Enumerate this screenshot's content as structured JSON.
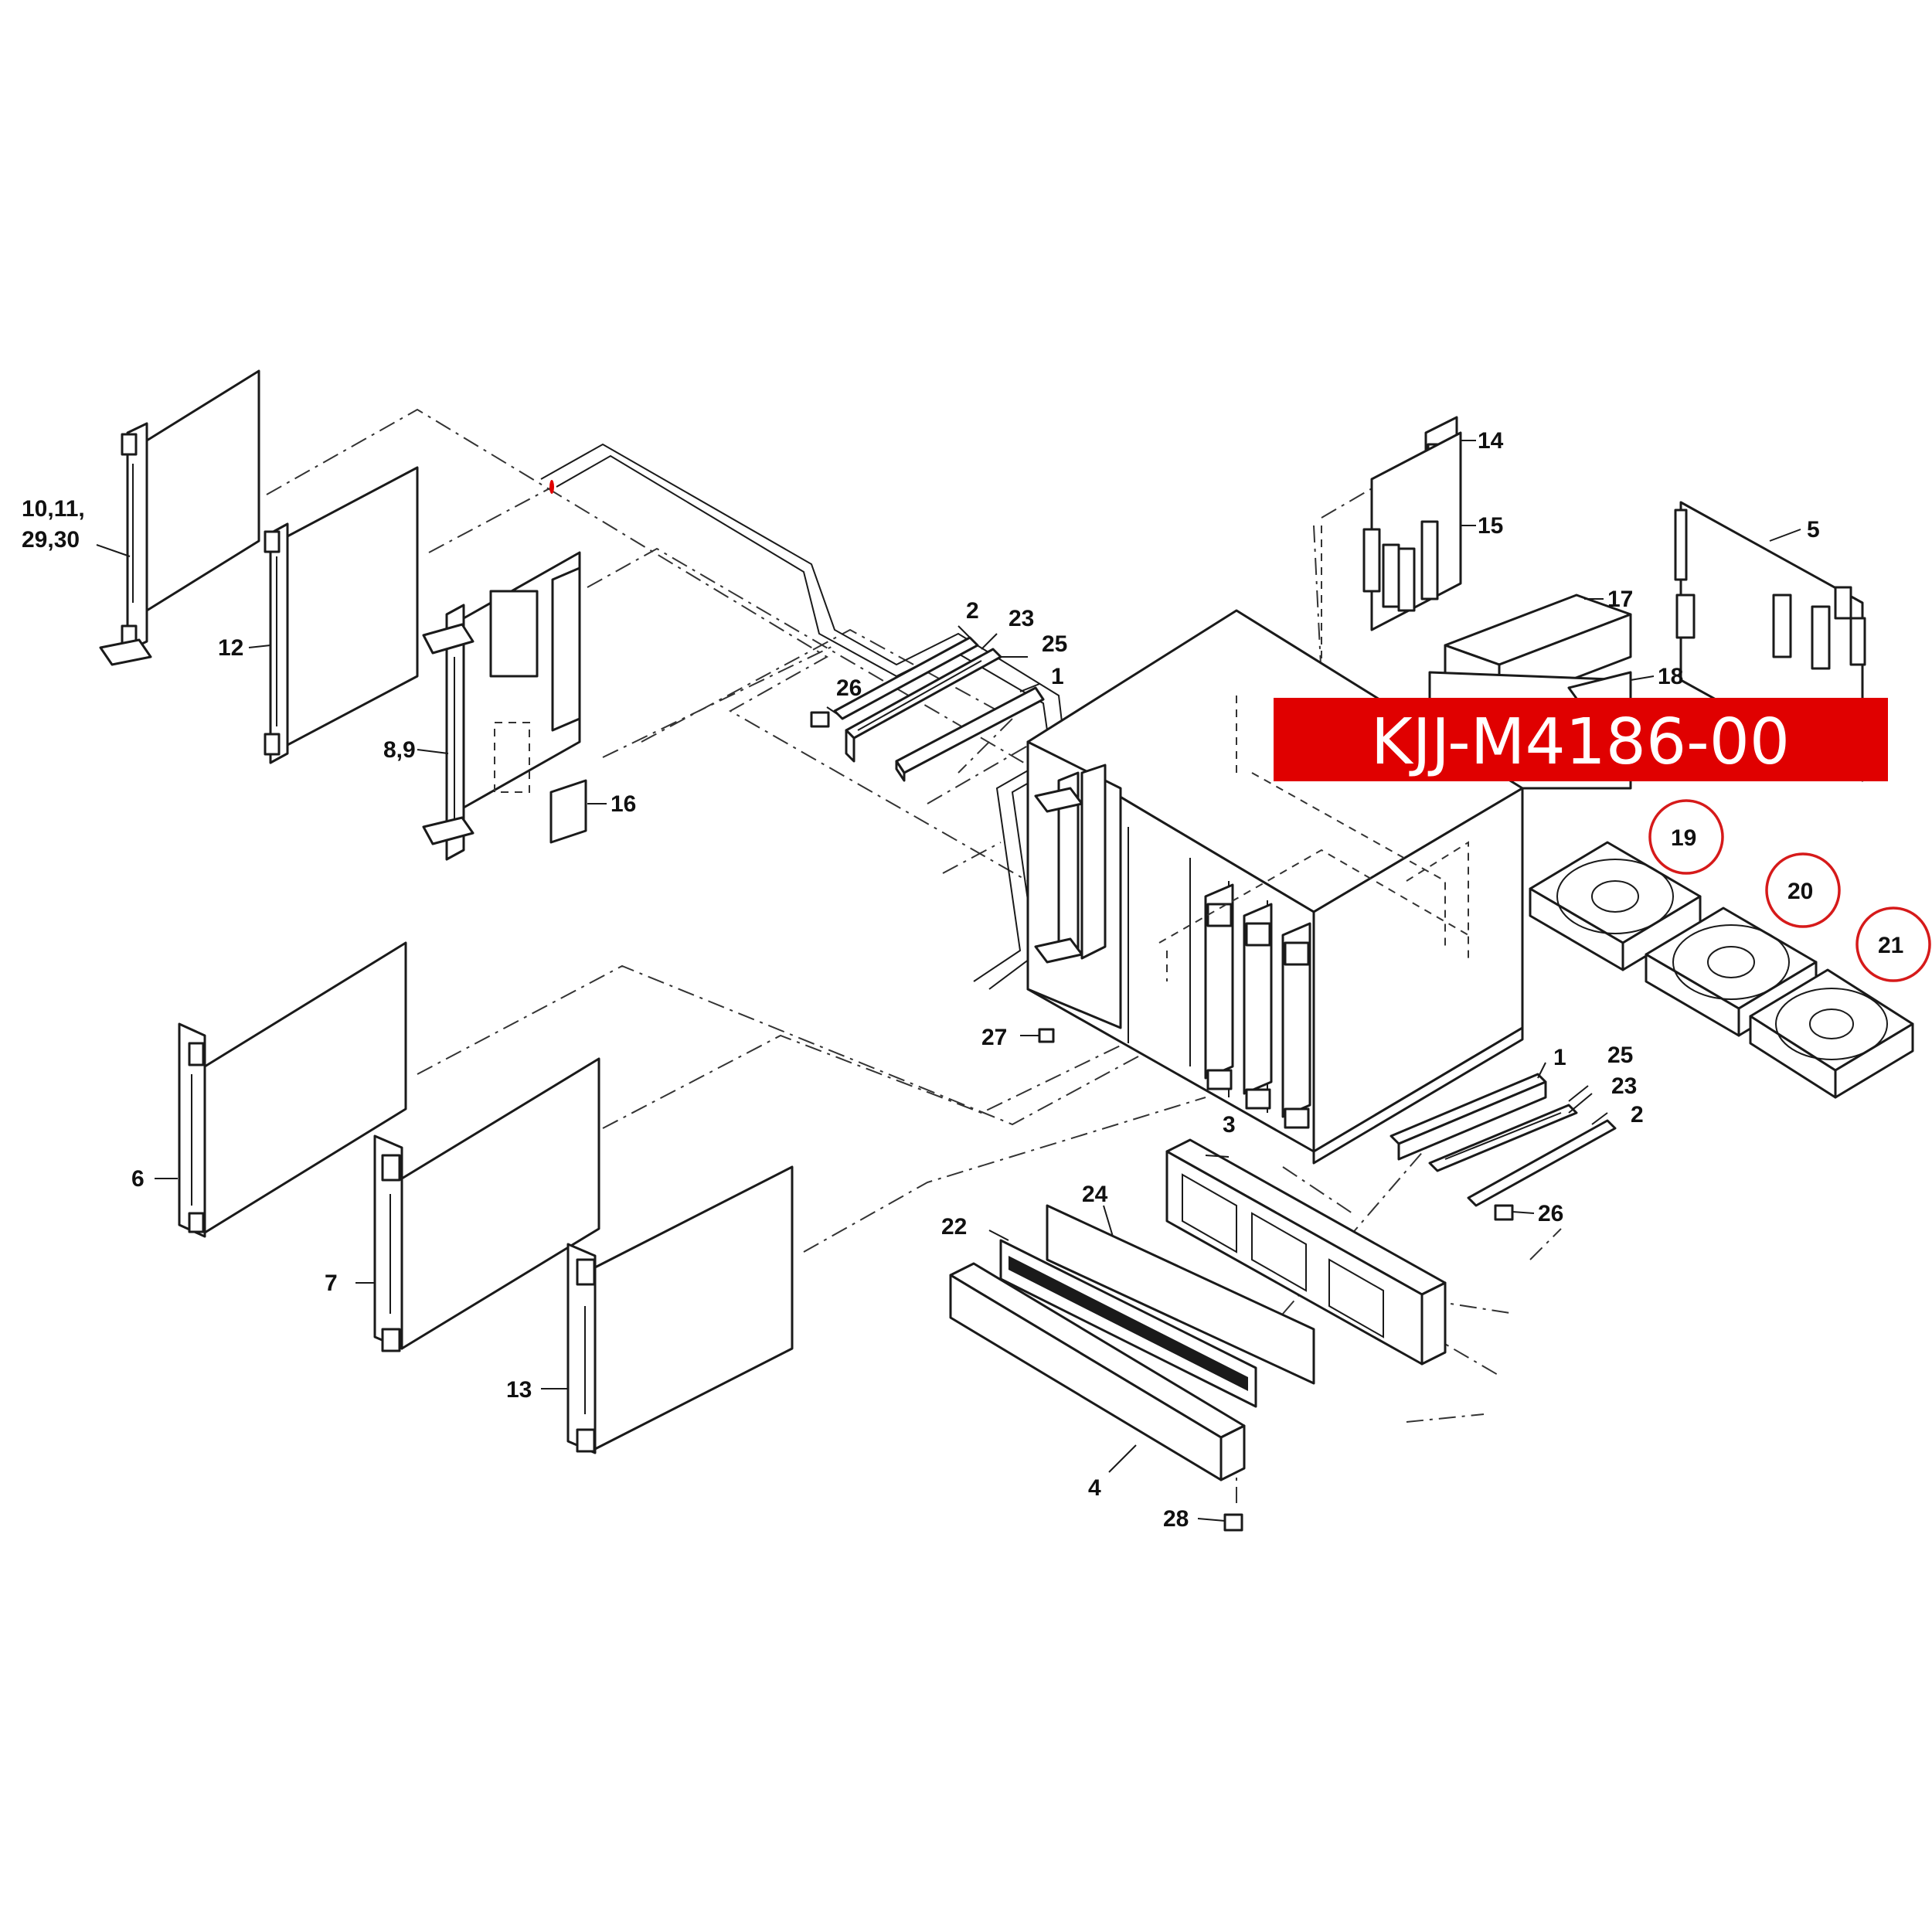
{
  "banner": {
    "part_number": "KJJ-M4186-00",
    "color": "#e00000"
  },
  "highlight_color": "#d61a1a",
  "callouts": {
    "boards_a_line1": "10,11,",
    "boards_a_line2": "29,30",
    "board_12": "12",
    "board_8_9": "8,9",
    "label_16": "16",
    "label_14": "14",
    "label_15": "15",
    "label_5": "5",
    "label_17": "17",
    "label_18": "18",
    "top_rail_2": "2",
    "top_rail_23": "23",
    "top_rail_25": "25",
    "top_rail_1": "1",
    "top_rail_26": "26",
    "fan_19": "19",
    "fan_20": "20",
    "fan_21": "21",
    "screw_27": "27",
    "bottom_rail_1": "1",
    "bottom_rail_25": "25",
    "bottom_rail_23": "23",
    "bottom_rail_2": "2",
    "bottom_rail_26": "26",
    "cover_3": "3",
    "filter_24": "24",
    "grille_22": "22",
    "panel_4": "4",
    "screw_28": "28",
    "board_6": "6",
    "board_7": "7",
    "board_13": "13"
  }
}
